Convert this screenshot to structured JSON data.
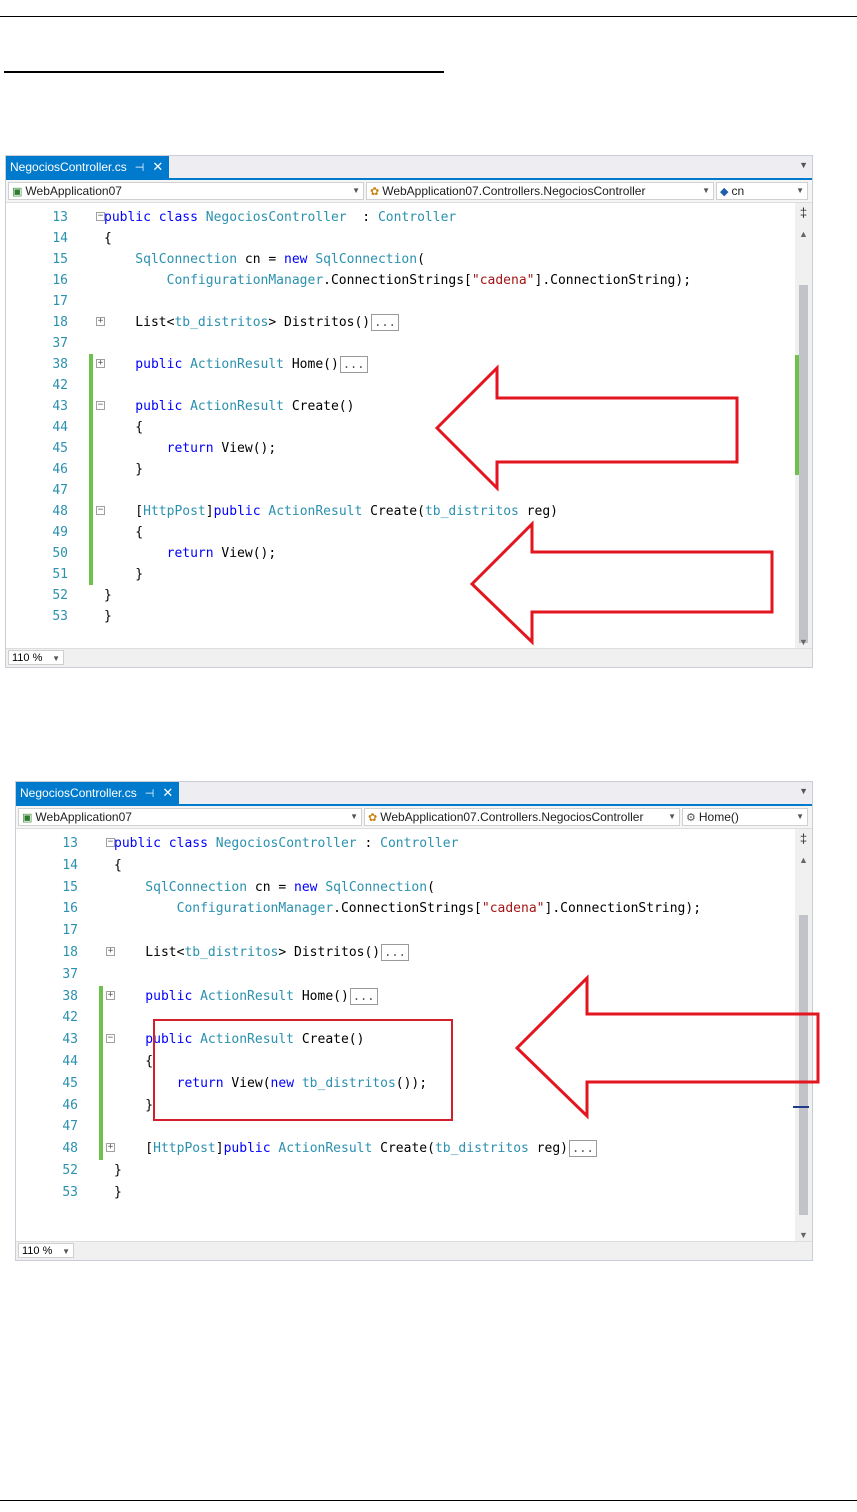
{
  "screenshot1": {
    "tab": {
      "filename": "NegociosController.cs",
      "pin_icon": "pin-icon",
      "close_icon": "close-icon"
    },
    "nav": {
      "project": "WebApplication07",
      "class_path": "WebApplication07.Controllers.NegociosController",
      "member": "cn"
    },
    "zoom": "110 %",
    "lines": [
      {
        "n": "13",
        "fold": "minus",
        "parts": [
          [
            "kw",
            "public class "
          ],
          [
            "ty",
            "NegociosController"
          ],
          [
            "",
            "  : "
          ],
          [
            "ty",
            "Controller"
          ]
        ]
      },
      {
        "n": "14",
        "fold": "",
        "parts": [
          [
            "",
            "{"
          ]
        ]
      },
      {
        "n": "15",
        "fold": "",
        "parts": [
          [
            "ty",
            "    SqlConnection"
          ],
          [
            "",
            " cn = "
          ],
          [
            "kw",
            "new "
          ],
          [
            "ty",
            "SqlConnection"
          ],
          [
            "",
            "("
          ]
        ]
      },
      {
        "n": "16",
        "fold": "",
        "parts": [
          [
            "ty",
            "        ConfigurationManager"
          ],
          [
            "",
            ".ConnectionStrings["
          ],
          [
            "st",
            "\"cadena\""
          ],
          [
            "",
            "].ConnectionString);"
          ]
        ]
      },
      {
        "n": "17",
        "fold": "",
        "parts": []
      },
      {
        "n": "18",
        "fold": "plus",
        "collapsed": "...",
        "parts": [
          [
            "",
            "    List<"
          ],
          [
            "ty",
            "tb_distritos"
          ],
          [
            "",
            "> Distritos()"
          ]
        ]
      },
      {
        "n": "37",
        "fold": "",
        "parts": []
      },
      {
        "n": "38",
        "fold": "plus",
        "collapsed": "...",
        "parts": [
          [
            "kw",
            "    public "
          ],
          [
            "ty",
            "ActionResult"
          ],
          [
            "",
            " Home()"
          ]
        ]
      },
      {
        "n": "42",
        "fold": "",
        "parts": []
      },
      {
        "n": "43",
        "fold": "minus",
        "parts": [
          [
            "kw",
            "    public "
          ],
          [
            "ty",
            "ActionResult"
          ],
          [
            "",
            " Create()"
          ]
        ]
      },
      {
        "n": "44",
        "fold": "",
        "parts": [
          [
            "",
            "    {"
          ]
        ]
      },
      {
        "n": "45",
        "fold": "",
        "parts": [
          [
            "kw",
            "        return "
          ],
          [
            "",
            "View();"
          ]
        ]
      },
      {
        "n": "46",
        "fold": "",
        "parts": [
          [
            "",
            "    }"
          ]
        ]
      },
      {
        "n": "47",
        "fold": "",
        "parts": []
      },
      {
        "n": "48",
        "fold": "minus",
        "parts": [
          [
            "",
            "    ["
          ],
          [
            "ty",
            "HttpPost"
          ],
          [
            "",
            "]"
          ],
          [
            "kw",
            "public "
          ],
          [
            "ty",
            "ActionResult"
          ],
          [
            "",
            " Create("
          ],
          [
            "ty",
            "tb_distritos"
          ],
          [
            "",
            " reg)"
          ]
        ]
      },
      {
        "n": "49",
        "fold": "",
        "parts": [
          [
            "",
            "    {"
          ]
        ]
      },
      {
        "n": "50",
        "fold": "",
        "parts": [
          [
            "kw",
            "        return "
          ],
          [
            "",
            "View();"
          ]
        ]
      },
      {
        "n": "51",
        "fold": "",
        "parts": [
          [
            "",
            "    }"
          ]
        ]
      },
      {
        "n": "52",
        "fold": "",
        "parts": [
          [
            "",
            "}"
          ]
        ]
      },
      {
        "n": "53",
        "fold": "",
        "parts": [
          [
            "",
            "}"
          ]
        ]
      }
    ]
  },
  "screenshot2": {
    "tab": {
      "filename": "NegociosController.cs",
      "pin_icon": "pin-icon",
      "close_icon": "close-icon"
    },
    "nav": {
      "project": "WebApplication07",
      "class_path": "WebApplication07.Controllers.NegociosController",
      "member": "Home()"
    },
    "zoom": "110 %",
    "lines": [
      {
        "n": "13",
        "fold": "minus",
        "parts": [
          [
            "kw",
            "public class "
          ],
          [
            "ty",
            "NegociosController"
          ],
          [
            "",
            " : "
          ],
          [
            "ty",
            "Controller"
          ]
        ]
      },
      {
        "n": "14",
        "fold": "",
        "parts": [
          [
            "",
            "{"
          ]
        ]
      },
      {
        "n": "15",
        "fold": "",
        "parts": [
          [
            "ty",
            "    SqlConnection"
          ],
          [
            "",
            " cn = "
          ],
          [
            "kw",
            "new "
          ],
          [
            "ty",
            "SqlConnection"
          ],
          [
            "",
            "("
          ]
        ]
      },
      {
        "n": "16",
        "fold": "",
        "parts": [
          [
            "ty",
            "        ConfigurationManager"
          ],
          [
            "",
            ".ConnectionStrings["
          ],
          [
            "st",
            "\"cadena\""
          ],
          [
            "",
            "].ConnectionString);"
          ]
        ]
      },
      {
        "n": "17",
        "fold": "",
        "parts": []
      },
      {
        "n": "18",
        "fold": "plus",
        "collapsed": "...",
        "parts": [
          [
            "",
            "    List<"
          ],
          [
            "ty",
            "tb_distritos"
          ],
          [
            "",
            "> Distritos()"
          ]
        ]
      },
      {
        "n": "37",
        "fold": "",
        "parts": []
      },
      {
        "n": "38",
        "fold": "plus",
        "collapsed": "...",
        "parts": [
          [
            "kw",
            "    public "
          ],
          [
            "ty",
            "ActionResult"
          ],
          [
            "",
            " Home()"
          ]
        ]
      },
      {
        "n": "42",
        "fold": "",
        "parts": []
      },
      {
        "n": "43",
        "fold": "minus",
        "parts": [
          [
            "kw",
            "    public "
          ],
          [
            "ty",
            "ActionResult"
          ],
          [
            "",
            " Create()"
          ]
        ]
      },
      {
        "n": "44",
        "fold": "",
        "parts": [
          [
            "",
            "    {"
          ]
        ]
      },
      {
        "n": "45",
        "fold": "",
        "parts": [
          [
            "kw",
            "        return "
          ],
          [
            "",
            "View("
          ],
          [
            "kw",
            "new "
          ],
          [
            "ty",
            "tb_distritos"
          ],
          [
            "",
            "());"
          ]
        ]
      },
      {
        "n": "46",
        "fold": "",
        "parts": [
          [
            "",
            "    }"
          ]
        ]
      },
      {
        "n": "47",
        "fold": "",
        "parts": []
      },
      {
        "n": "48",
        "fold": "plus",
        "collapsed": "...",
        "parts": [
          [
            "",
            "    ["
          ],
          [
            "ty",
            "HttpPost"
          ],
          [
            "",
            "]"
          ],
          [
            "kw",
            "public "
          ],
          [
            "ty",
            "ActionResult"
          ],
          [
            "",
            " Create("
          ],
          [
            "ty",
            "tb_distritos"
          ],
          [
            "",
            " reg)"
          ]
        ]
      },
      {
        "n": "52",
        "fold": "",
        "parts": [
          [
            "",
            "}"
          ]
        ]
      },
      {
        "n": "53",
        "fold": "",
        "parts": [
          [
            "",
            "}"
          ]
        ]
      }
    ]
  },
  "colors": {
    "keyword": "#0000ff",
    "type": "#2b91af",
    "string": "#a31515",
    "accent": "#007acc",
    "annotation": "#d4202a",
    "changed": "#6cc24a"
  }
}
